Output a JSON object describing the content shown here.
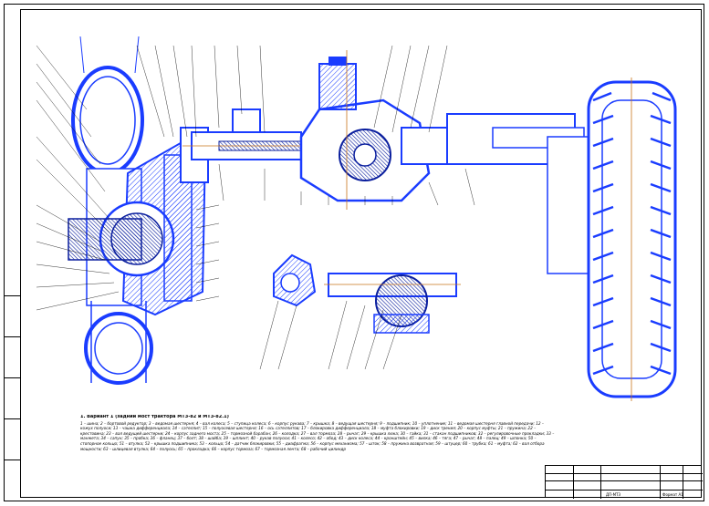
{
  "drawing": {
    "notes_title": "1. Вариант 1 (задний мост трактора МТЗ-82 и МТЗ-82.1)",
    "notes_text": "1 – шина; 2 – бортовой редуктор; 3 – ведомая шестерня; 4 – вал колеса; 5 – ступица колеса; 6 – корпус рукава; 7 – крышка; 8 – ведущая шестерня; 9 – подшипник; 10 – уплотнение; 11 – ведомая шестерня главной передачи; 12 – кожух полуоси; 13 – чашка дифференциала; 14 – сателлит; 15 – полуосевая шестерня; 16 – ось сателлитов; 17 – блокировка дифференциала; 18 – муфта блокировки; 19 – диск трения; 20 – корпус муфты; 21 – пружина; 22 – крестовина; 23 – вал ведущей шестерни; 24 – корпус заднего моста; 25 – тормозной барабан; 26 – колодка; 27 – вал тормоза; 28 – рычаг; 29 – крышка люка; 30 – гайка; 31 – стакан подшипников; 32 – регулировочные прокладки; 33 – манжета; 34 – сапун; 35 – пробка; 36 – фланец; 37 – болт; 38 – шайба; 39 – шплинт; 40 – рукав полуоси; 41 – колесо; 42 – обод; 43 – диск колеса; 44 – кронштейн; 45 – вилка; 46 – тяга; 47 – рычаг; 48 – палец; 49 – шпонка; 50 – стопорное кольцо; 51 – втулка; 52 – крышка подшипника; 53 – кольцо; 54 – датчик блокировки; 55 – диафрагма; 56 – корпус механизма; 57 – шток; 58 – пружина возвратная; 59 – штуцер; 60 – трубка; 61 – муфта; 62 – вал отбора мощности; 63 – шлицевая втулка; 64 – полуось; 65 – прокладка; 66 – корпус тормоза; 67 – тормозная лента; 68 – рабочий цилиндр"
  },
  "title_block": {
    "sheet_label": "ДП-МТЗ",
    "format_label": "Формат А1"
  },
  "icons": [
    "tire-left-icon",
    "tire-right-icon",
    "differential-icon",
    "final-drive-icon"
  ]
}
